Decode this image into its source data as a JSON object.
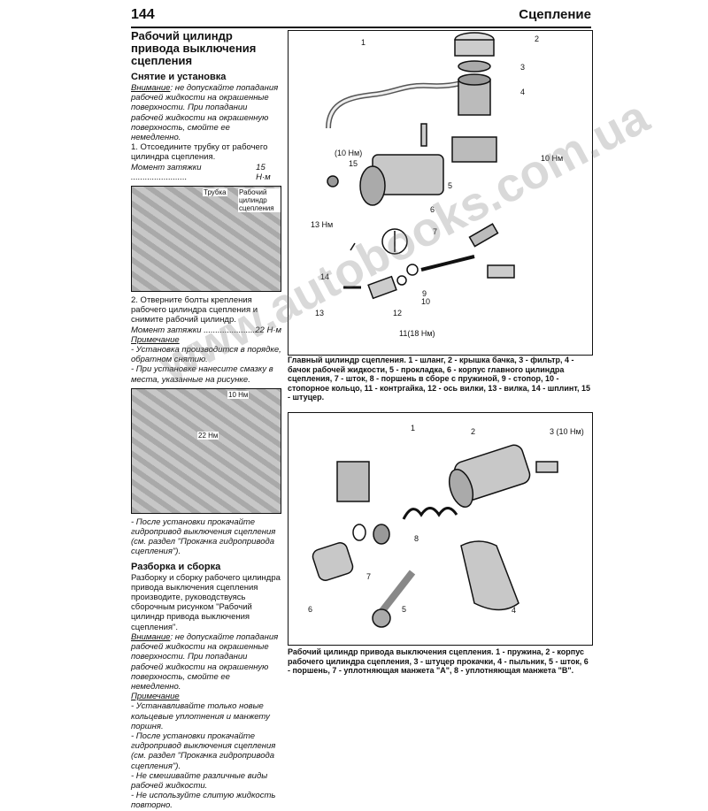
{
  "header": {
    "page_number": "144",
    "chapter": "Сцепление"
  },
  "left": {
    "title": "Рабочий цилиндр привода выключения сцепления",
    "sec1": "Снятие и установка",
    "warn1_label": "Внимание",
    "warn1_text": ": не допускайте попадания рабочей жидкости на окрашенные поверхности. При попадании рабочей жидкости на окрашенную поверхность, смойте ее немедленно.",
    "step1": "1. Отсоедините трубку от рабочего цилиндра сцепления.",
    "torque1_label": "Момент затяжки ........................",
    "torque1_value": "15 Н·м",
    "photo1": {
      "label_tube": "Трубка",
      "label_cyl": "Рабочий цилиндр сцепления"
    },
    "step2": "2. Отверните болты крепления рабочего цилиндра сцепления и снимите рабочий цилиндр.",
    "torque2_label": "Момент затяжки ......................",
    "torque2_value": "22 Н·м",
    "note1_label": "Примечание",
    "note1_a": "- Установка производится в порядке, обратном снятию.",
    "note1_b": "- При установке нанесите смазку в места, указанные на рисунке.",
    "photo2": {
      "label_10": "10 Нм",
      "label_22": "22 Нм"
    },
    "after": "- После установки прокачайте гидропривод выключения сцепления (см. раздел \"Прокачка гидропривода сцепления\").",
    "sec2": "Разборка и сборка",
    "dis_text": "Разборку и сборку рабочего цилиндра привода выключения сцепления производите, руководствуясь сборочным рисунком \"Рабочий цилиндр привода выключения сцепления\".",
    "warn2_label": "Внимание",
    "warn2_text": ": не допускайте попадания рабочей жидкости на окрашенные поверхности. При попадании рабочей жидкости на окрашенную поверхность, смойте ее немедленно.",
    "note2_label": "Примечание",
    "note2_a": "- Устанавливайте только новые кольцевые уплотнения и манжету поршня.",
    "note2_b": "- После установки прокачайте гидропривод выключения сцепления (см. раздел \"Прокачка гидропривода сцепления\").",
    "note2_c": "- Не смешивайте различные виды рабочей жидкости.",
    "note2_d": "- Не используйте слитую жидкость повторно."
  },
  "fig1": {
    "caption": "Главный цилиндр сцепления. 1 - шланг, 2 - крышка бачка, 3 - фильтр, 4 - бачок рабочей жидкости, 5 - прокладка, 6 - корпус главного цилиндра сцепления, 7 - шток, 8 - поршень в сборе с пружиной, 9 - стопор, 10 - стопорное кольцо, 11 - контргайка, 12 - ось вилки, 13 - вилка, 14 - шплинт, 15 - штуцер.",
    "labels": {
      "n1": "1",
      "n2": "2",
      "n3": "3",
      "n4": "4",
      "n5": "5",
      "n6": "6",
      "n7": "7",
      "n9": "9",
      "n10": "10",
      "n12": "12",
      "n13": "13",
      "n14": "14",
      "n15": "15",
      "t10a": "(10 Нм)",
      "t10b": "10 Нм",
      "t13": "13 Нм",
      "t11": "11(18 Нм)"
    }
  },
  "fig2": {
    "caption": "Рабочий цилиндр привода выключения сцепления. 1 - пружина, 2 - корпус рабочего цилиндра сцепления, 3 - штуцер прокачки, 4 - пыльник, 5 - шток, 6 - поршень, 7 - уплотняющая манжета \"А\", 8 - уплотняющая манжета \"В\".",
    "labels": {
      "n1": "1",
      "n2": "2",
      "n3": "3 (10 Нм)",
      "n4": "4",
      "n5": "5",
      "n6": "6",
      "n7": "7",
      "n8": "8"
    }
  },
  "watermark": "www.autobooks.com.ua"
}
